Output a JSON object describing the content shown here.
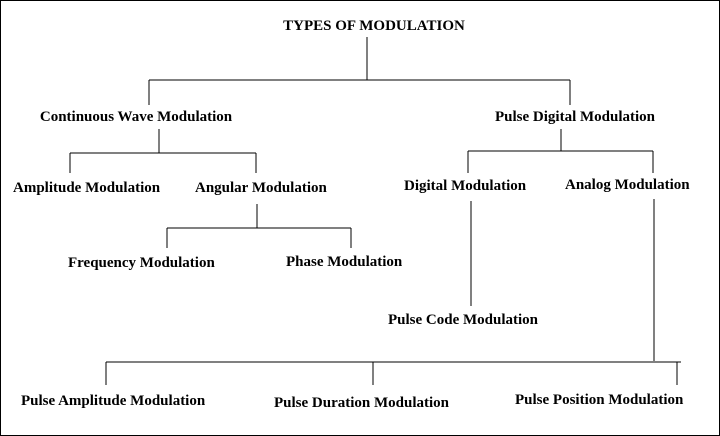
{
  "diagram": {
    "title": "TYPES  OF MODULATION",
    "nodes": {
      "continuous_wave": "Continuous Wave Modulation",
      "pulse_digital": "Pulse Digital Modulation",
      "amplitude": "Amplitude Modulation",
      "angular": "Angular Modulation",
      "digital": "Digital Modulation",
      "analog": "Analog Modulation",
      "frequency": "Frequency Modulation",
      "phase": "Phase Modulation",
      "pulse_code": "Pulse Code Modulation",
      "pulse_amplitude": "Pulse Amplitude  Modulation",
      "pulse_duration": "Pulse Duration Modulation",
      "pulse_position": "Pulse Position Modulation"
    }
  }
}
